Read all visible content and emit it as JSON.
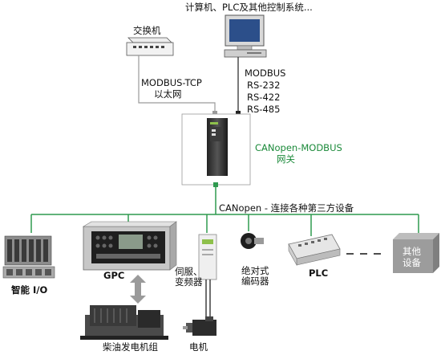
{
  "labels": {
    "computer": "计算机、PLC及其他控制系统...",
    "switch": "交换机",
    "tcp_line1": "MODBUS-TCP",
    "tcp_line2": "以太网",
    "serial_line1": "MODBUS",
    "serial_line2": "RS-232",
    "serial_line3": "RS-422",
    "serial_line4": "RS-485",
    "gateway_line1": "CANopen-MODBUS",
    "gateway_line2": "网关",
    "bus": "CANopen - 连接各种第三方设备",
    "io": "智能 I/O",
    "gpc": "GPC",
    "servo_line1": "伺服、",
    "servo_line2": "变频器",
    "encoder_line1": "绝对式",
    "encoder_line2": "编码器",
    "plc": "PLC",
    "other_line1": "其他",
    "other_line2": "设备",
    "motor": "电机",
    "generator": "柴油发电机组"
  },
  "colors": {
    "bus": "#2f9a4f",
    "accent_green": "#1b8a3a",
    "device_gray": "#9c9c9c"
  }
}
